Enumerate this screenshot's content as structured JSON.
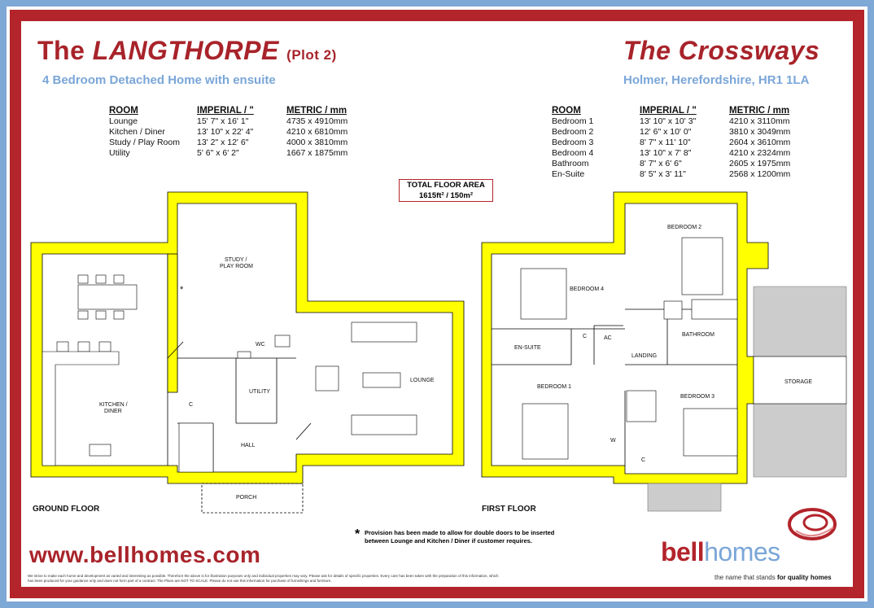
{
  "header": {
    "title_prefix": "The ",
    "title_name": "LANGTHORPE",
    "title_plot": "(Plot 2)",
    "subtitle": "4 Bedroom Detached Home with ensuite",
    "development": "The Crossways",
    "location": "Holmer, Herefordshire, HR1 1LA"
  },
  "ground_table": {
    "headers": [
      "ROOM",
      "IMPERIAL / \"",
      "METRIC / mm"
    ],
    "rows": [
      [
        "Lounge",
        "15' 7\" x 16' 1\"",
        "4735 x 4910mm"
      ],
      [
        "Kitchen / Diner",
        "13' 10\" x 22' 4\"",
        "4210 x 6810mm"
      ],
      [
        "Study / Play Room",
        "13' 2\" x 12' 6\"",
        "4000 x 3810mm"
      ],
      [
        "Utility",
        "5' 6\" x 6' 2\"",
        "1667 x 1875mm"
      ]
    ]
  },
  "first_table": {
    "headers": [
      "ROOM",
      "IMPERIAL / \"",
      "METRIC / mm"
    ],
    "rows": [
      [
        "Bedroom 1",
        "13' 10\" x 10' 3\"",
        "4210 x 3110mm"
      ],
      [
        "Bedroom 2",
        "12' 6\" x 10' 0\"",
        "3810 x 3049mm"
      ],
      [
        "Bedroom 3",
        "8' 7\" x 11' 10\"",
        "2604 x 3610mm"
      ],
      [
        "Bedroom 4",
        "13' 10\" x 7' 8\"",
        "4210 x 2324mm"
      ],
      [
        "Bathroom",
        "8' 7\" x 6' 6\"",
        "2605 x 1975mm"
      ],
      [
        "En-Suite",
        "8' 5\" x 3' 11\"",
        "2568 x 1200mm"
      ]
    ]
  },
  "total_area": {
    "label": "TOTAL FLOOR AREA",
    "value": "1615ft² / 150m²"
  },
  "ground_labels": {
    "study": "STUDY /",
    "study2": "PLAY ROOM",
    "wc": "WC",
    "utility": "UTILITY",
    "lounge": "LOUNGE",
    "kitchen": "KITCHEN /",
    "kitchen2": "DINER",
    "cupboard": "C",
    "hall": "HALL",
    "porch": "PORCH",
    "asterisk": "*",
    "floor": "GROUND FLOOR"
  },
  "first_labels": {
    "bedroom4": "BEDROOM 4",
    "bedroom2": "BEDROOM 2",
    "ensuite": "EN-SUITE",
    "c1": "C",
    "ac": "AC",
    "bathroom": "BATHROOM",
    "landing": "LANDING",
    "bedroom1": "BEDROOM 1",
    "bedroom3": "BEDROOM 3",
    "storage": "STORAGE",
    "w": "W",
    "c2": "C",
    "floor": "FIRST FLOOR"
  },
  "footer": {
    "url": "www.bellhomes.com",
    "provision_star": "*",
    "provision": "Provision has been made to allow for double doors to be inserted between Lounge and Kitchen / Diner if customer requires.",
    "disclaimer": "We strive to make each home and development as varied and interesting as possible. Therefore the above is for illustration purposes only and individual properties may vary. Please ask for details of specific properties. Every care has been taken with the preparation of this information, which has been produced for your guidance only and does not form part of a contract. The Plans are NOT TO SCALE. Please do not use this information for purchase of furnishings and furniture.",
    "logo_bell": "bell",
    "logo_homes": "homes",
    "tagline_pre": "the name that stands ",
    "tagline_bold": "for quality homes"
  },
  "colors": {
    "brand_red": "#a8232a",
    "brand_blue": "#7aa6d8",
    "wall_yellow": "#ffff00"
  }
}
